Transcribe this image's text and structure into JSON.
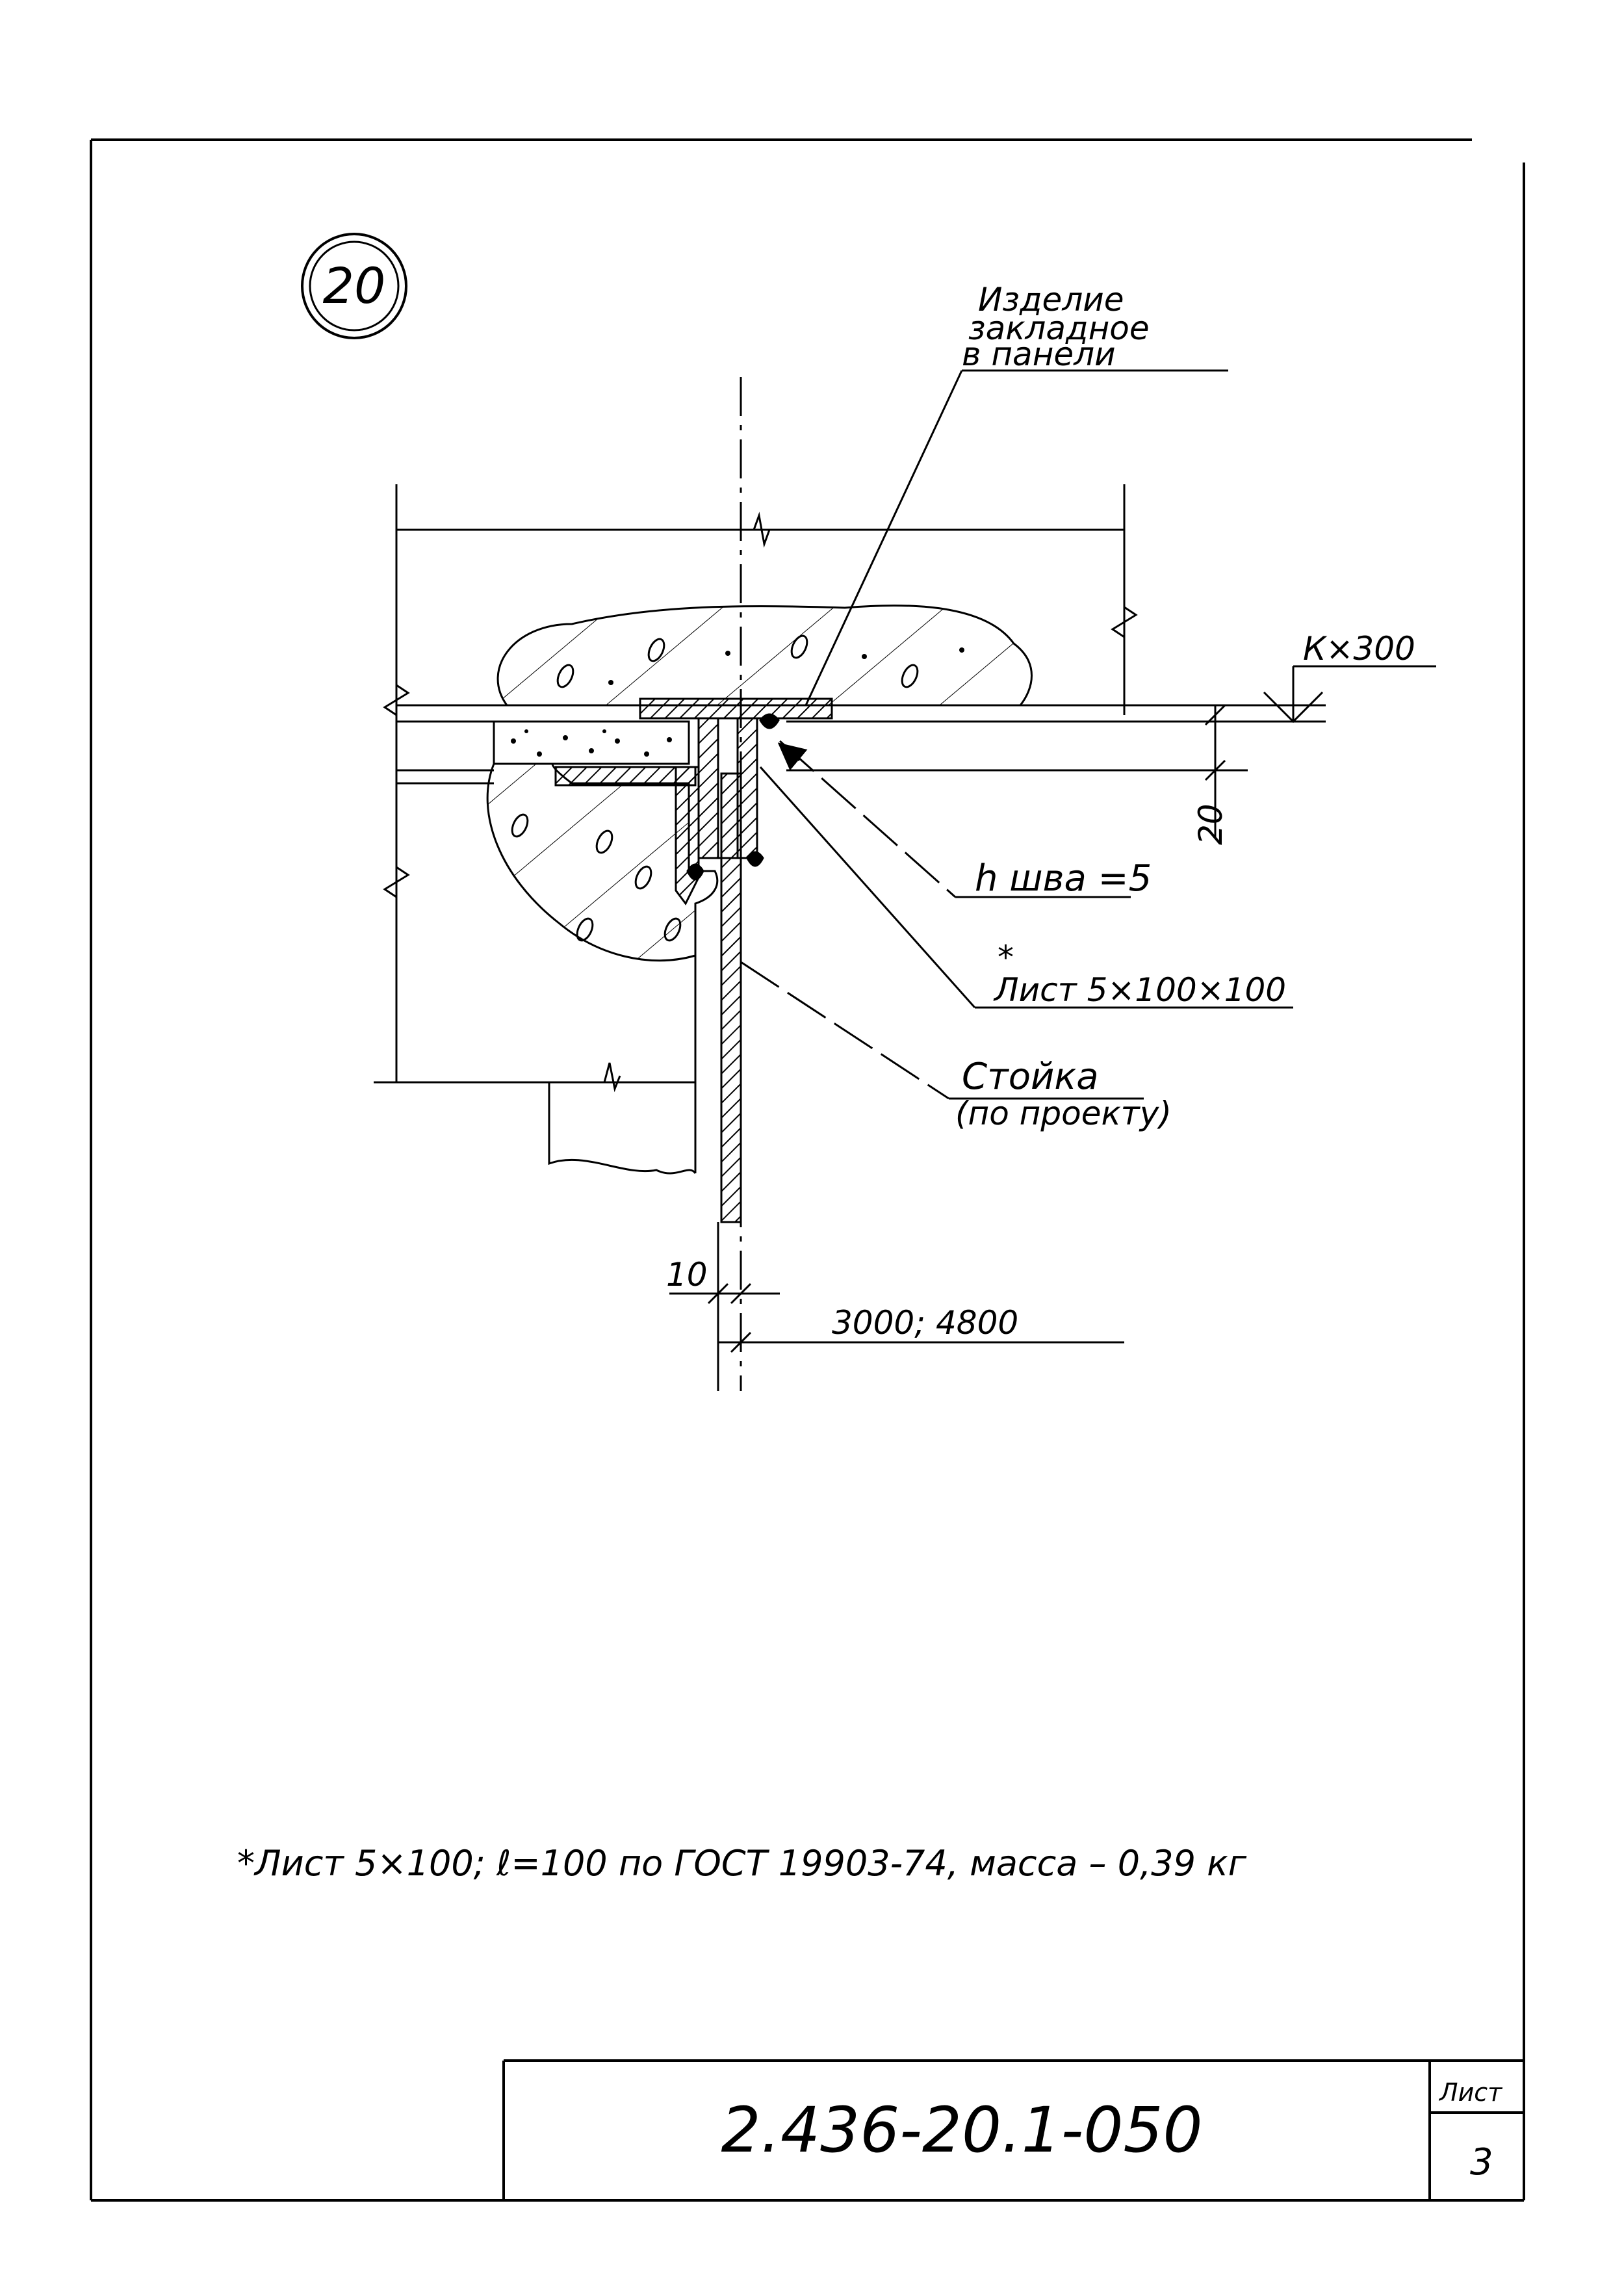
{
  "drawing": {
    "detail_number": "20",
    "callouts": {
      "embedded_part": [
        "Изделие",
        "закладное",
        "в панели"
      ],
      "elevation": "К×300",
      "weld": "h шва =5",
      "plate": "Лист 5×100×100",
      "plate_mark": "*",
      "post_label": "Стойка",
      "post_sub": "(по проекту)"
    },
    "dimensions": {
      "offset": "10",
      "step": "3000; 4800",
      "gap": "20"
    },
    "footnote": "*Лист 5×100; ℓ=100 по ГОСТ 19903-74, масса – 0,39 кг"
  },
  "title_block": {
    "code": "2.436-20.1-050",
    "sheet_label": "Лист",
    "sheet_number": "3"
  },
  "colors": {
    "ink": "#000000",
    "paper": "#ffffff"
  }
}
